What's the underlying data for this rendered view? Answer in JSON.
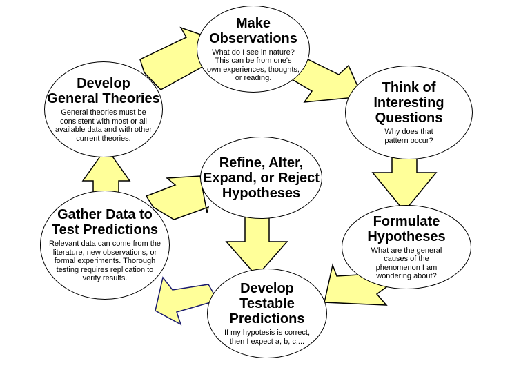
{
  "colors": {
    "arrow_fill": "#FFFF99",
    "arrow_stroke": "#000000",
    "arrow_stroke_dark": "#1A1A6E"
  },
  "nodes": {
    "make_observations": {
      "title": "Make\nObservations",
      "description": "What do I see in nature?\nThis can be from one's\nown experiences, thoughts,\nor reading."
    },
    "think_questions": {
      "title": "Think of\nInteresting\nQuestions",
      "description": "Why does that\npattern occur?"
    },
    "formulate_hypotheses": {
      "title": "Formulate\nHypotheses",
      "description": "What are the general\ncauses of the\nphenomenon I am\nwondering about?"
    },
    "develop_predictions": {
      "title": "Develop\nTestable\nPredictions",
      "description": "If my hypotesis is correct,\nthen I expect a, b, c,..."
    },
    "gather_data": {
      "title": "Gather Data to\nTest Predictions",
      "description": "Relevant data can come from the\nliterature, new observations, or\nformal experiments.  Thorough\ntesting requires replication to\nverify results."
    },
    "refine_hypotheses": {
      "title": "Refine, Alter,\nExpand, or Reject\nHypotheses",
      "description": ""
    },
    "develop_theories": {
      "title": "Develop\nGeneral Theories",
      "description": "General theories must be\nconsistent with most or all\navailable data and with other\ncurrent theories."
    }
  }
}
